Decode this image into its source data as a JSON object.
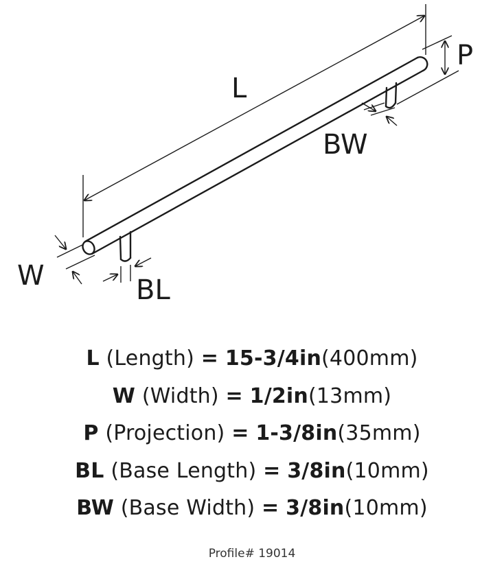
{
  "labels": {
    "length": "L",
    "projection": "P",
    "base_width": "BW",
    "width": "W",
    "base_length": "BL"
  },
  "specs": [
    {
      "code": "L",
      "name": "(Length)",
      "equals": "=",
      "imperial": "15-3/4in",
      "metric": "(400mm)"
    },
    {
      "code": "W",
      "name": "(Width)",
      "equals": "=",
      "imperial": "1/2in",
      "metric": "(13mm)"
    },
    {
      "code": "P",
      "name": "(Projection)",
      "equals": "=",
      "imperial": "1-3/8in",
      "metric": "(35mm)"
    },
    {
      "code": "BL",
      "name": "(Base Length)",
      "equals": "=",
      "imperial": "3/8in",
      "metric": "(10mm)"
    },
    {
      "code": "BW",
      "name": "(Base Width)",
      "equals": "=",
      "imperial": "3/8in",
      "metric": "(10mm)"
    }
  ],
  "profile": "Profile# 19014"
}
